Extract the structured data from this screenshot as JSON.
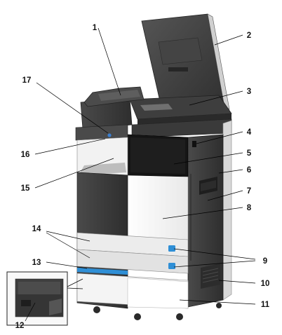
{
  "figure": {
    "subject": "multifunction printer, component callouts",
    "callouts": [
      {
        "id": "c1",
        "label": "1"
      },
      {
        "id": "c2",
        "label": "2"
      },
      {
        "id": "c3",
        "label": "3"
      },
      {
        "id": "c4",
        "label": "4"
      },
      {
        "id": "c5",
        "label": "5"
      },
      {
        "id": "c6",
        "label": "6"
      },
      {
        "id": "c7",
        "label": "7"
      },
      {
        "id": "c8",
        "label": "8"
      },
      {
        "id": "c9",
        "label": "9"
      },
      {
        "id": "c10",
        "label": "10"
      },
      {
        "id": "c11",
        "label": "11"
      },
      {
        "id": "c12",
        "label": "12"
      },
      {
        "id": "c13",
        "label": "13"
      },
      {
        "id": "c14",
        "label": "14"
      },
      {
        "id": "c15",
        "label": "15"
      },
      {
        "id": "c16",
        "label": "16"
      },
      {
        "id": "c17",
        "label": "17"
      }
    ],
    "colors": {
      "body_dark": "#3a3a3a",
      "body_mid": "#6e6e6e",
      "body_light": "#e4e4e4",
      "panel_white": "#f7f7f7",
      "screen": "#151515",
      "accent_blue": "#2f8fd6",
      "line": "#000000"
    }
  }
}
